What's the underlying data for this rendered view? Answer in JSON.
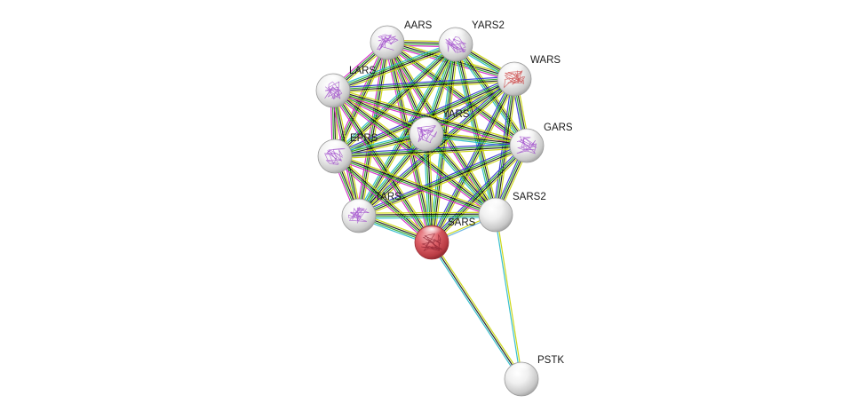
{
  "nodes": [
    {
      "id": "AARS",
      "label": "AARS",
      "color": "#e6e6e6",
      "has_structure": true
    },
    {
      "id": "YARS2",
      "label": "YARS2",
      "color": "#e6e6e6",
      "has_structure": true
    },
    {
      "id": "WARS",
      "label": "WARS",
      "color": "#e6e6e6",
      "has_structure": true,
      "structure_color": "#c83a3a"
    },
    {
      "id": "LARS",
      "label": "LARS",
      "color": "#e6e6e6",
      "has_structure": true
    },
    {
      "id": "YARS",
      "label": "YARS",
      "color": "#e6e6e6",
      "has_structure": true
    },
    {
      "id": "GARS",
      "label": "GARS",
      "color": "#e6e6e6",
      "has_structure": true
    },
    {
      "id": "EPRS",
      "label": "EPRS",
      "color": "#e6e6e6",
      "has_structure": true
    },
    {
      "id": "TARS",
      "label": "TARS",
      "color": "#e6e6e6",
      "has_structure": true
    },
    {
      "id": "SARS2",
      "label": "SARS2",
      "color": "#e6e6e6",
      "has_structure": false
    },
    {
      "id": "SARS",
      "label": "SARS",
      "color": "#d9535b",
      "has_structure": true,
      "query": true
    },
    {
      "id": "PSTK",
      "label": "PSTK",
      "color": "#e6e6e6",
      "has_structure": false
    }
  ],
  "edge_colors": {
    "text_mining": "#c8d400",
    "coexpression": "#111111",
    "curated_db": "#22b8c8",
    "experimental": "#d020c8",
    "homology": "#3030d0",
    "neighborhood": "#20a020",
    "cooccurrence": "#60b0e0"
  },
  "edges": [
    {
      "source": "SARS",
      "target": "PSTK",
      "types": [
        "text_mining",
        "coexpression",
        "curated_db"
      ]
    },
    {
      "source": "SARS2",
      "target": "PSTK",
      "types": [
        "text_mining",
        "curated_db"
      ]
    },
    {
      "source": "SARS",
      "target": "SARS2",
      "types": [
        "text_mining",
        "cooccurrence"
      ]
    }
  ],
  "dense_cluster": [
    "AARS",
    "YARS2",
    "WARS",
    "LARS",
    "YARS",
    "GARS",
    "EPRS",
    "TARS",
    "SARS2",
    "SARS"
  ],
  "cluster_edge_types": [
    "text_mining",
    "coexpression",
    "neighborhood",
    "experimental",
    "curated_db",
    "homology"
  ]
}
